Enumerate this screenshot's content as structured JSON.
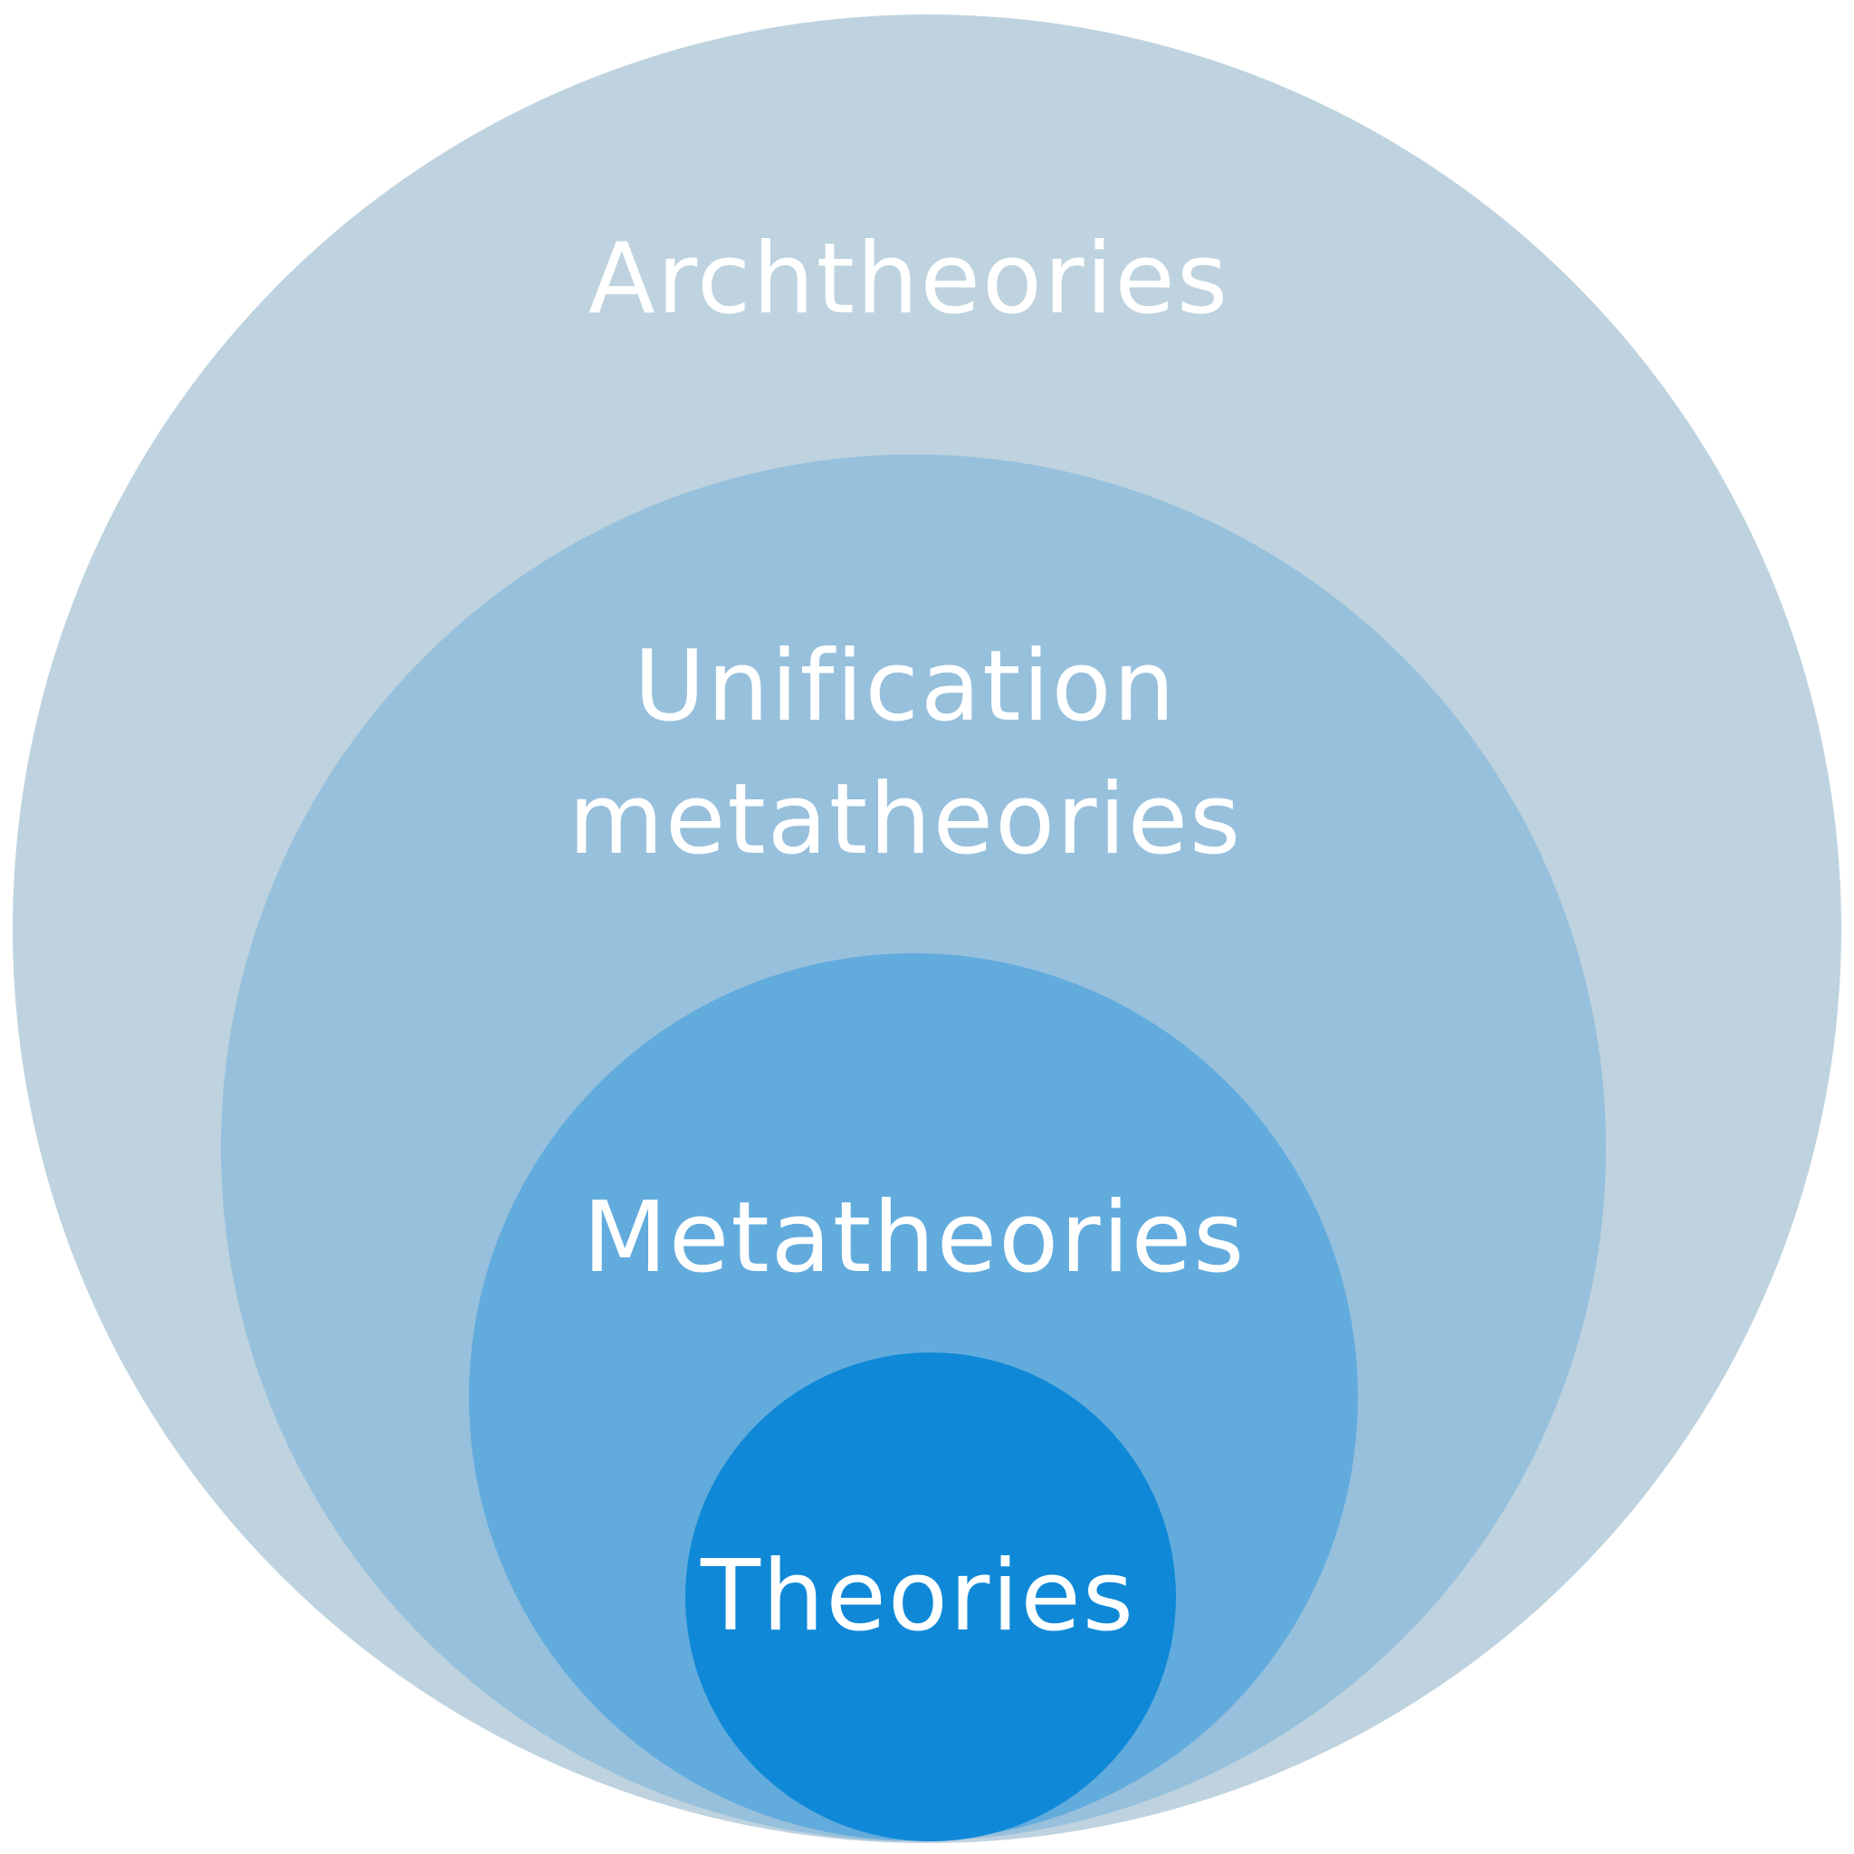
{
  "diagram": {
    "rings": [
      {
        "id": "architheories",
        "color": "#bed3df",
        "label_lines": [
          "Archtheories"
        ]
      },
      {
        "id": "unification",
        "color": "#97c0dc",
        "label_lines": [
          "Unification",
          "metatheories"
        ]
      },
      {
        "id": "metatheories",
        "color": "#62abdd",
        "label_lines": [
          "Metatheories"
        ]
      },
      {
        "id": "theories",
        "color": "#0f89d7",
        "label_lines": [
          "Theories"
        ]
      }
    ]
  }
}
